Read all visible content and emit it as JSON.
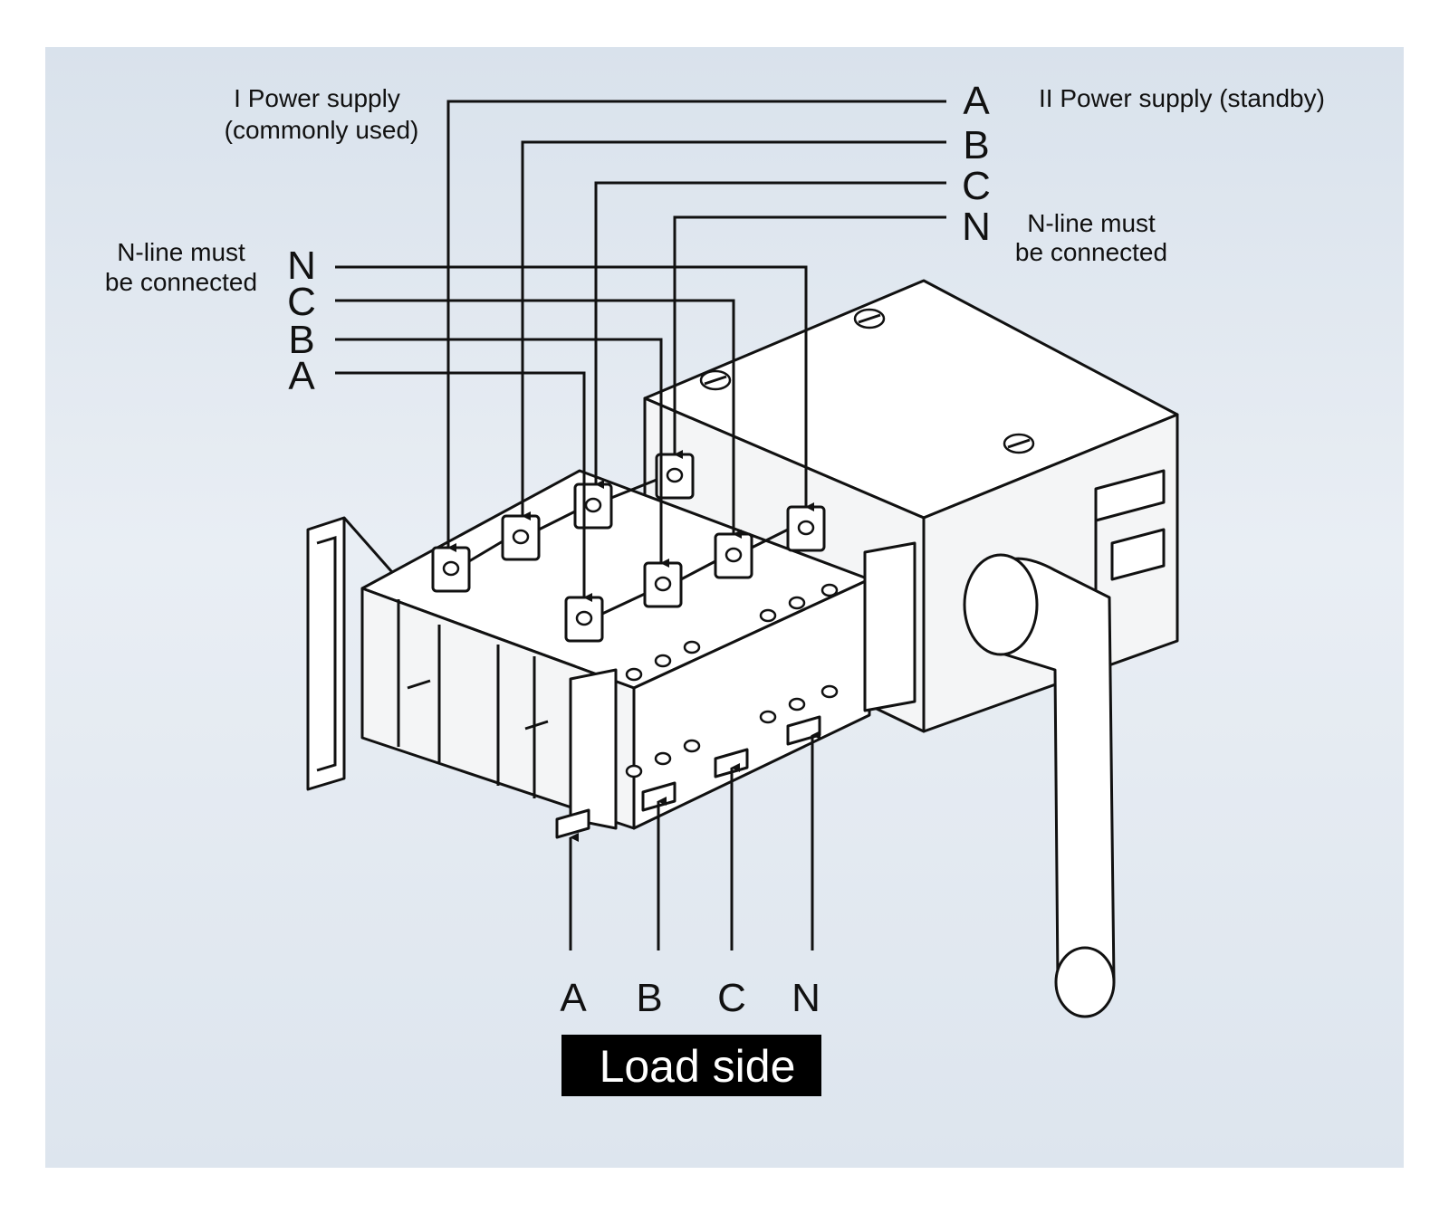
{
  "source_one": {
    "line1": "I Power supply",
    "line2": "(commonly used)"
  },
  "source_two": {
    "title": "II Power supply (standby)"
  },
  "n_note_left": {
    "line1": "N-line must",
    "line2": "be connected"
  },
  "n_note_right": {
    "line1": "N-line must",
    "line2": "be connected"
  },
  "phases_source_one": [
    "N",
    "C",
    "B",
    "A"
  ],
  "phases_source_two": [
    "A",
    "B",
    "C",
    "N"
  ],
  "phases_load": [
    "A",
    "B",
    "C",
    "N"
  ],
  "load_label": "Load side",
  "colors": {
    "line": "#111111",
    "label_bg": "#000000",
    "label_text": "#ffffff",
    "panel_top": "#d9e2ec"
  },
  "icons": [
    "switch-body-icon",
    "rotary-handle-icon",
    "terminal-lug-icon",
    "arrow-icon"
  ]
}
